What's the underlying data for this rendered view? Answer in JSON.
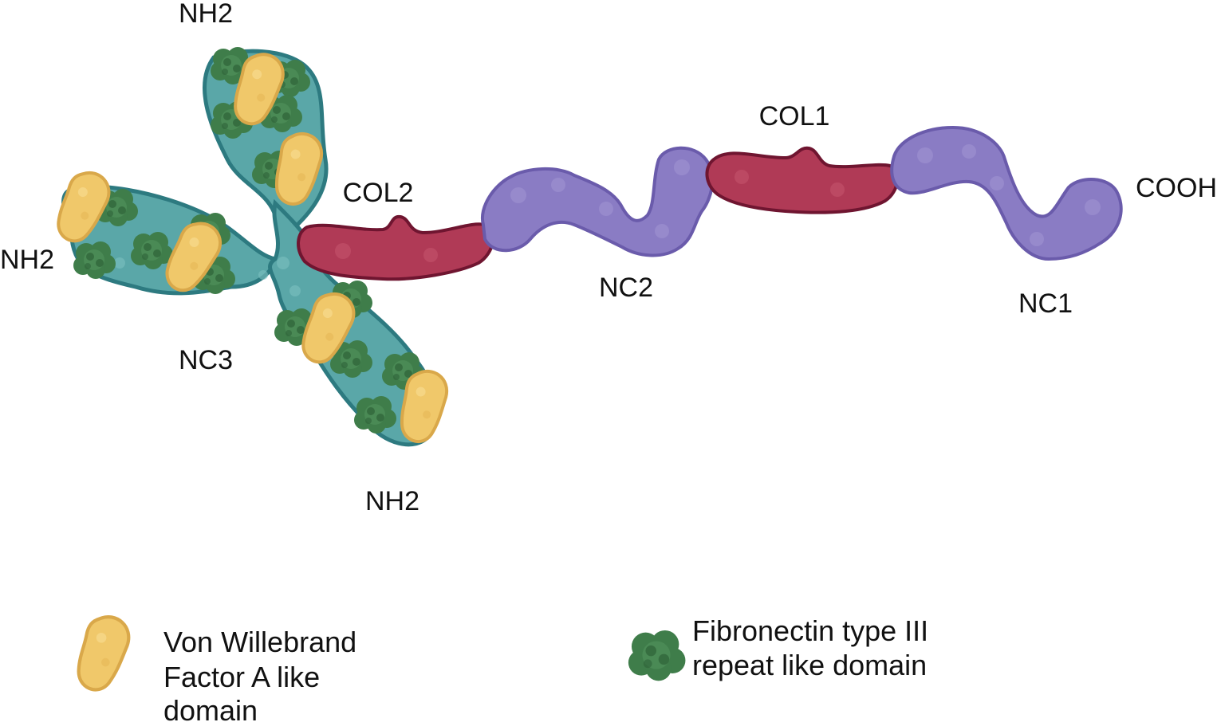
{
  "labels": {
    "nh2_top": "NH2",
    "nh2_left": "NH2",
    "nh2_bottom": "NH2",
    "nc3": "NC3",
    "col2": "COL2",
    "nc2": "NC2",
    "col1": "COL1",
    "nc1": "NC1",
    "cooh": "COOH"
  },
  "legend": {
    "vwa_lines": [
      "Von Willebrand",
      "Factor A like",
      "domain"
    ],
    "fn3_lines": [
      "Fibronectin type III",
      "repeat like domain"
    ]
  },
  "colors": {
    "teal_fill": "#5aa7a8",
    "teal_stroke": "#2d7a80",
    "yellow_fill": "#f0c86a",
    "yellow_stroke": "#d9a84a",
    "green_fill": "#3f7d4a",
    "green_dark": "#2e6238",
    "red_fill": "#b03a56",
    "red_stroke": "#6f1530",
    "purple_fill": "#8a7cc4",
    "purple_stroke": "#6a5bab"
  }
}
